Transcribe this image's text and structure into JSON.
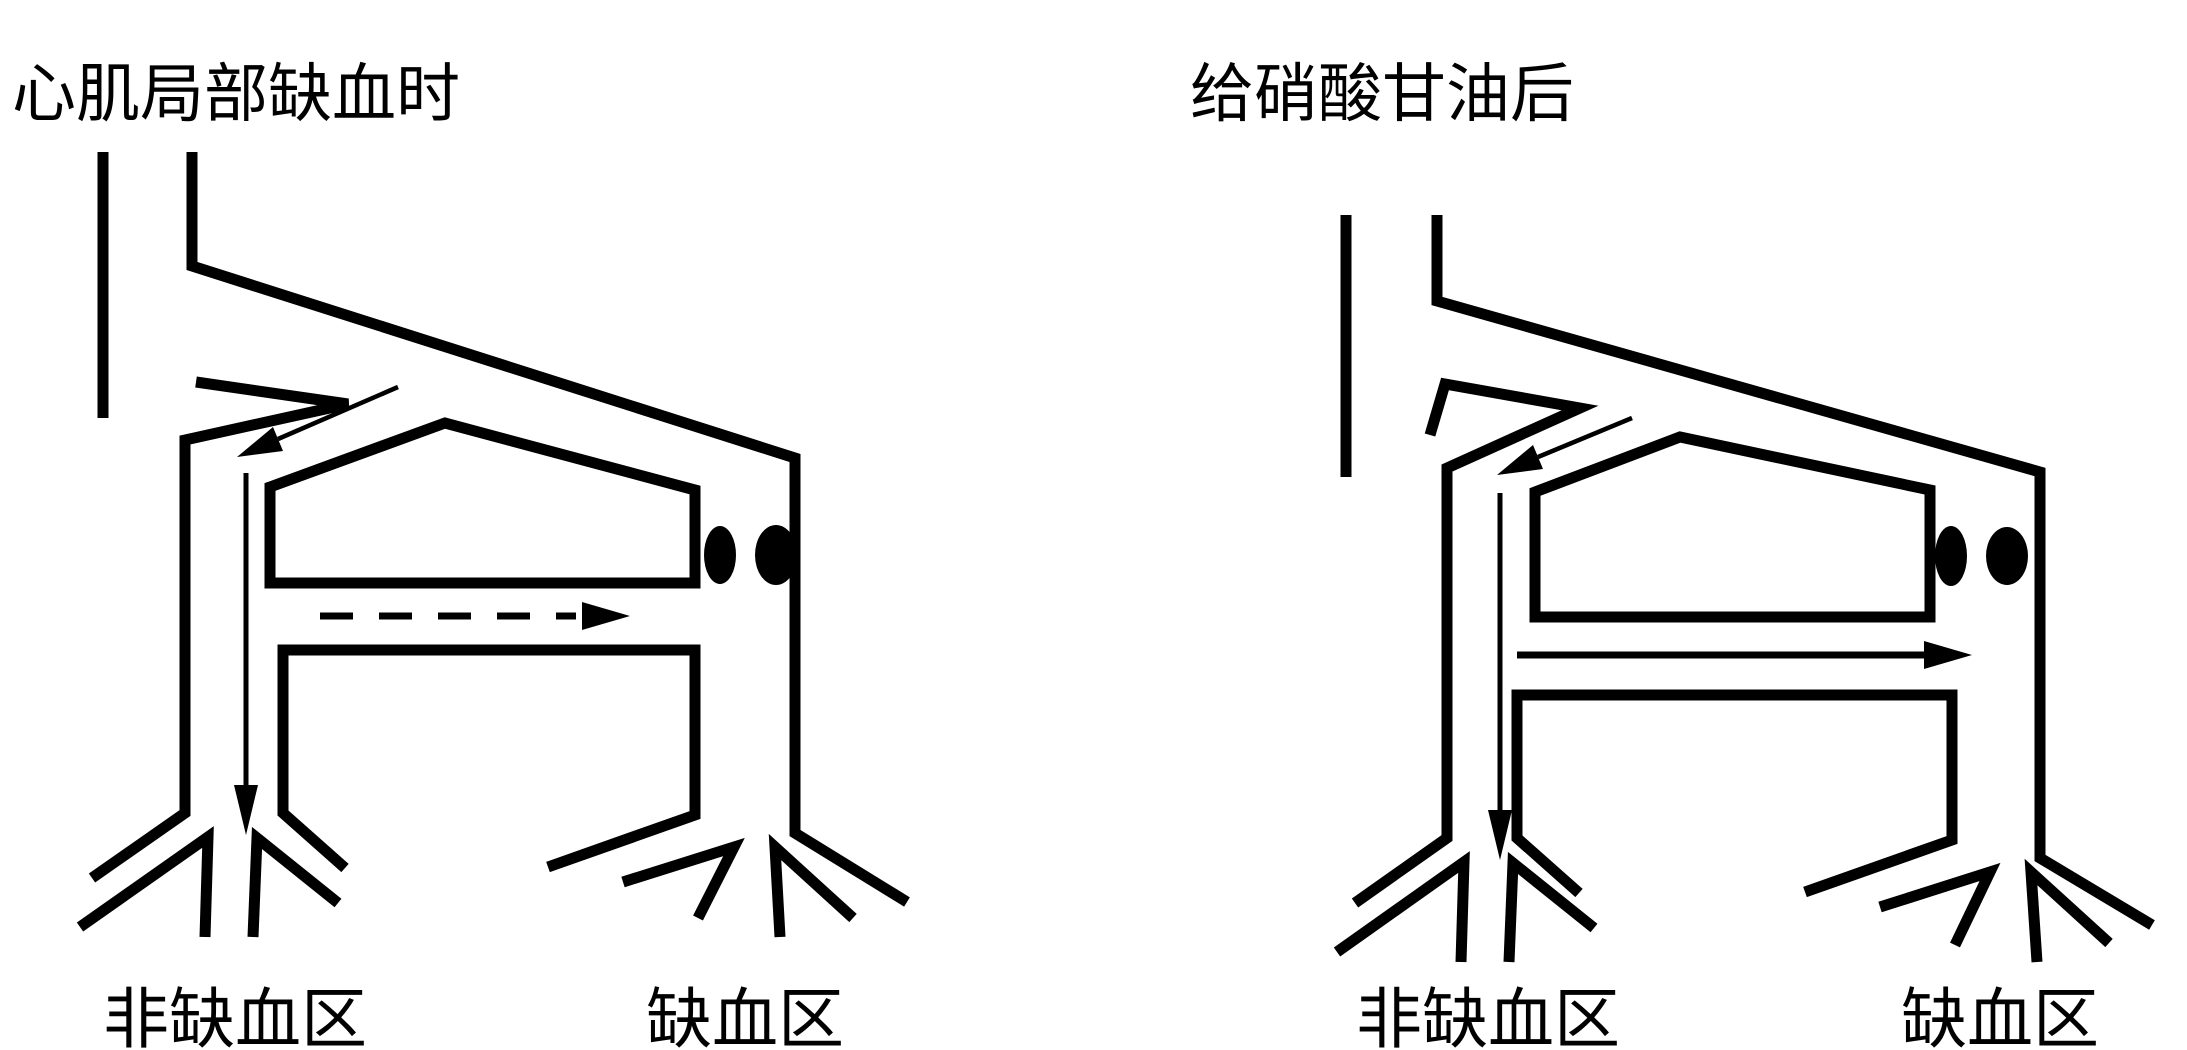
{
  "figure": {
    "background_color": "#ffffff",
    "ink_color": "#000000",
    "panels": [
      {
        "id": "ischemia",
        "title": "心肌局部缺血时",
        "zone_labels": {
          "non_ischemic": "非缺血区",
          "ischemic": "缺血区"
        },
        "stenosis_dots": 2,
        "branch_arrow": {
          "style": "solid",
          "direction": "down"
        },
        "bend_arrow": {
          "style": "solid",
          "direction": "down-left"
        },
        "collateral_arrow": {
          "style": "dashed",
          "direction": "right"
        }
      },
      {
        "id": "nitroglycerin",
        "title": "给硝酸甘油后",
        "zone_labels": {
          "non_ischemic": "非缺血区",
          "ischemic": "缺血区"
        },
        "stenosis_dots": 2,
        "branch_arrow": {
          "style": "solid",
          "direction": "down"
        },
        "bend_arrow": {
          "style": "solid",
          "direction": "down-left"
        },
        "collateral_arrow": {
          "style": "solid",
          "direction": "right"
        }
      }
    ]
  }
}
